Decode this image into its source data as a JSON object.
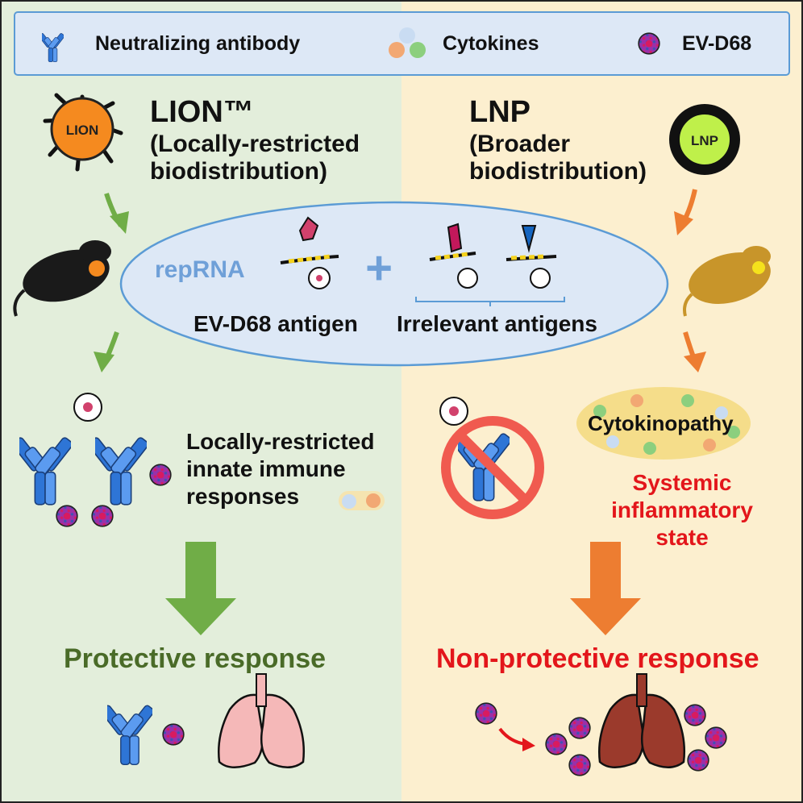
{
  "legend": {
    "antibody": "Neutralizing antibody",
    "cytokines": "Cytokines",
    "virus": "EV-D68"
  },
  "left": {
    "particle_label": "LION",
    "title": "LION™",
    "subtitle_line1": "(Locally-restricted",
    "subtitle_line2": "biodistribution)",
    "response_line1": "Locally-restricted",
    "response_line2": "innate immune",
    "response_line3": "responses",
    "outcome": "Protective response"
  },
  "right": {
    "particle_label": "LNP",
    "title": "LNP",
    "subtitle_line1": "(Broader",
    "subtitle_line2": "biodistribution)",
    "cytokine_label": "Cytokinopathy",
    "state_line1": "Systemic",
    "state_line2": "inflammatory state",
    "outcome": "Non-protective response"
  },
  "center": {
    "rna_label": "repRNA",
    "antigen_label": "EV-D68 antigen",
    "irrelevant_label": "Irrelevant antigens",
    "plus": "+"
  },
  "colors": {
    "left_bg": "#e3eedb",
    "right_bg": "#fcefcf",
    "ellipse": "#dde8f6",
    "ellipse_border": "#5b9bd5",
    "rna_text": "#6fa0d8",
    "green_arrow": "#70ad47",
    "orange_arrow": "#ed7d31",
    "antibody": "#2e75d6",
    "virus": "#9b30a8",
    "red_text": "#e3161b",
    "green_text": "#4a6b28"
  }
}
